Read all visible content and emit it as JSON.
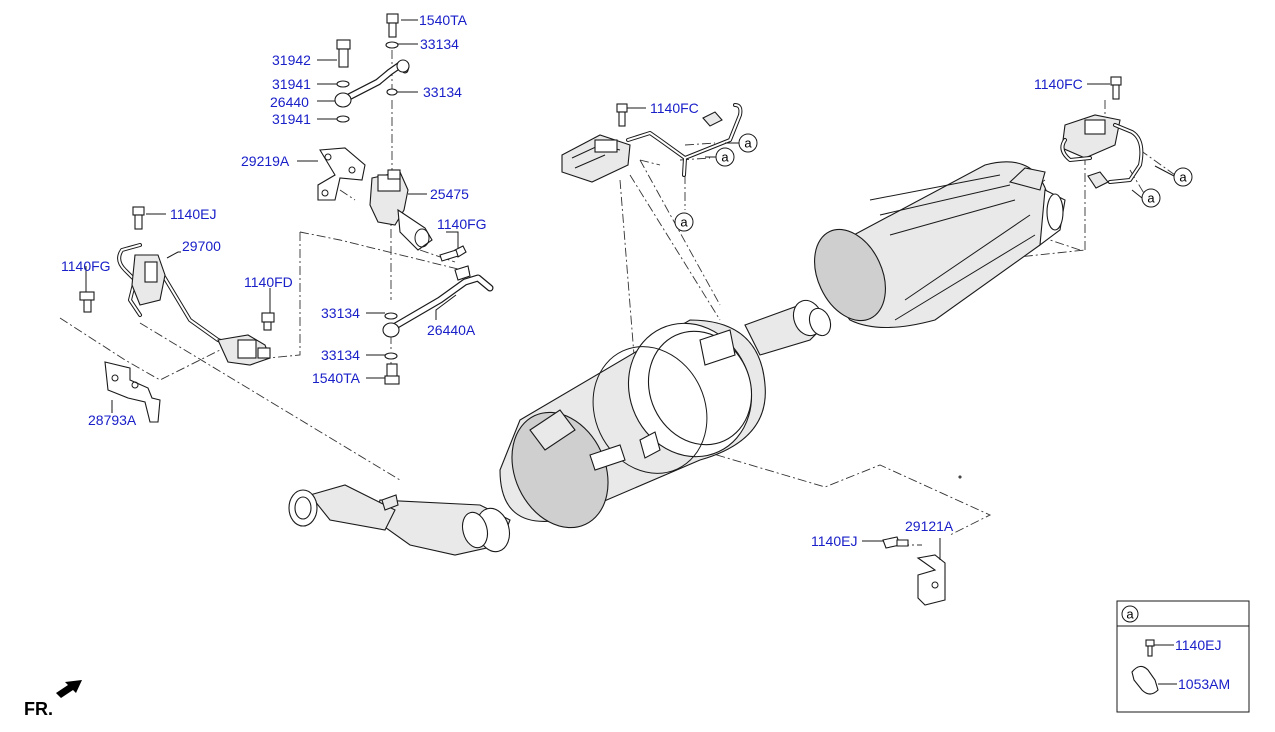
{
  "colors": {
    "label": "#1a20c8",
    "line": "#1a1a1a",
    "text": "#000000"
  },
  "callouts": [
    {
      "id": "c01",
      "text": "1540TA"
    },
    {
      "id": "c02",
      "text": "33134"
    },
    {
      "id": "c03",
      "text": "31942"
    },
    {
      "id": "c04",
      "text": "31941"
    },
    {
      "id": "c05",
      "text": "26440"
    },
    {
      "id": "c06",
      "text": "33134"
    },
    {
      "id": "c07",
      "text": "31941"
    },
    {
      "id": "c08",
      "text": "29219A"
    },
    {
      "id": "c09",
      "text": "25475"
    },
    {
      "id": "c10",
      "text": "1140FG"
    },
    {
      "id": "c11",
      "text": "1140EJ"
    },
    {
      "id": "c12",
      "text": "29700"
    },
    {
      "id": "c13",
      "text": "1140FG"
    },
    {
      "id": "c14",
      "text": "1140FD"
    },
    {
      "id": "c15",
      "text": "33134"
    },
    {
      "id": "c16",
      "text": "26440A"
    },
    {
      "id": "c17",
      "text": "33134"
    },
    {
      "id": "c18",
      "text": "1540TA"
    },
    {
      "id": "c19",
      "text": "28793A"
    },
    {
      "id": "c20",
      "text": "1140FC"
    },
    {
      "id": "c21",
      "text": "1140FC"
    },
    {
      "id": "c22",
      "text": "1140EJ"
    },
    {
      "id": "c23",
      "text": "29121A"
    }
  ],
  "refs": [
    {
      "id": "r1",
      "text": "a"
    },
    {
      "id": "r2",
      "text": "a"
    },
    {
      "id": "r3",
      "text": "a"
    },
    {
      "id": "r4",
      "text": "a"
    },
    {
      "id": "r5",
      "text": "a"
    },
    {
      "id": "r6",
      "text": "a"
    }
  ],
  "legend_box": {
    "ref": "a",
    "items": [
      {
        "text": "1140EJ"
      },
      {
        "text": "1053AM"
      }
    ]
  },
  "direction_label": "FR."
}
